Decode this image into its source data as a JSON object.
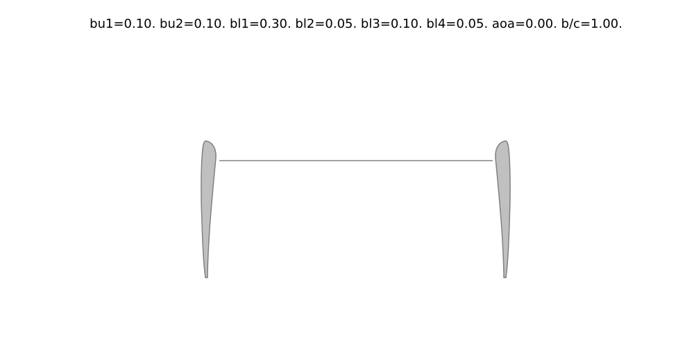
{
  "title": "bu1=0.10. bu2=0.10. bl1=0.30. bl2=0.05. bl3=0.10. bl4=0.05. aoa=0.00. b/c=1.00.",
  "parameters": {
    "bu1": 0.1,
    "bu2": 0.1,
    "bl1": 0.3,
    "bl2": 0.05,
    "bl3": 0.1,
    "bl4": 0.05,
    "aoa": 0.0,
    "b/c": 1.0
  },
  "colors": {
    "blade_fill": "#c0c0c0",
    "blade_stroke": "#808080",
    "strut": "#808080",
    "text": "#000000"
  }
}
